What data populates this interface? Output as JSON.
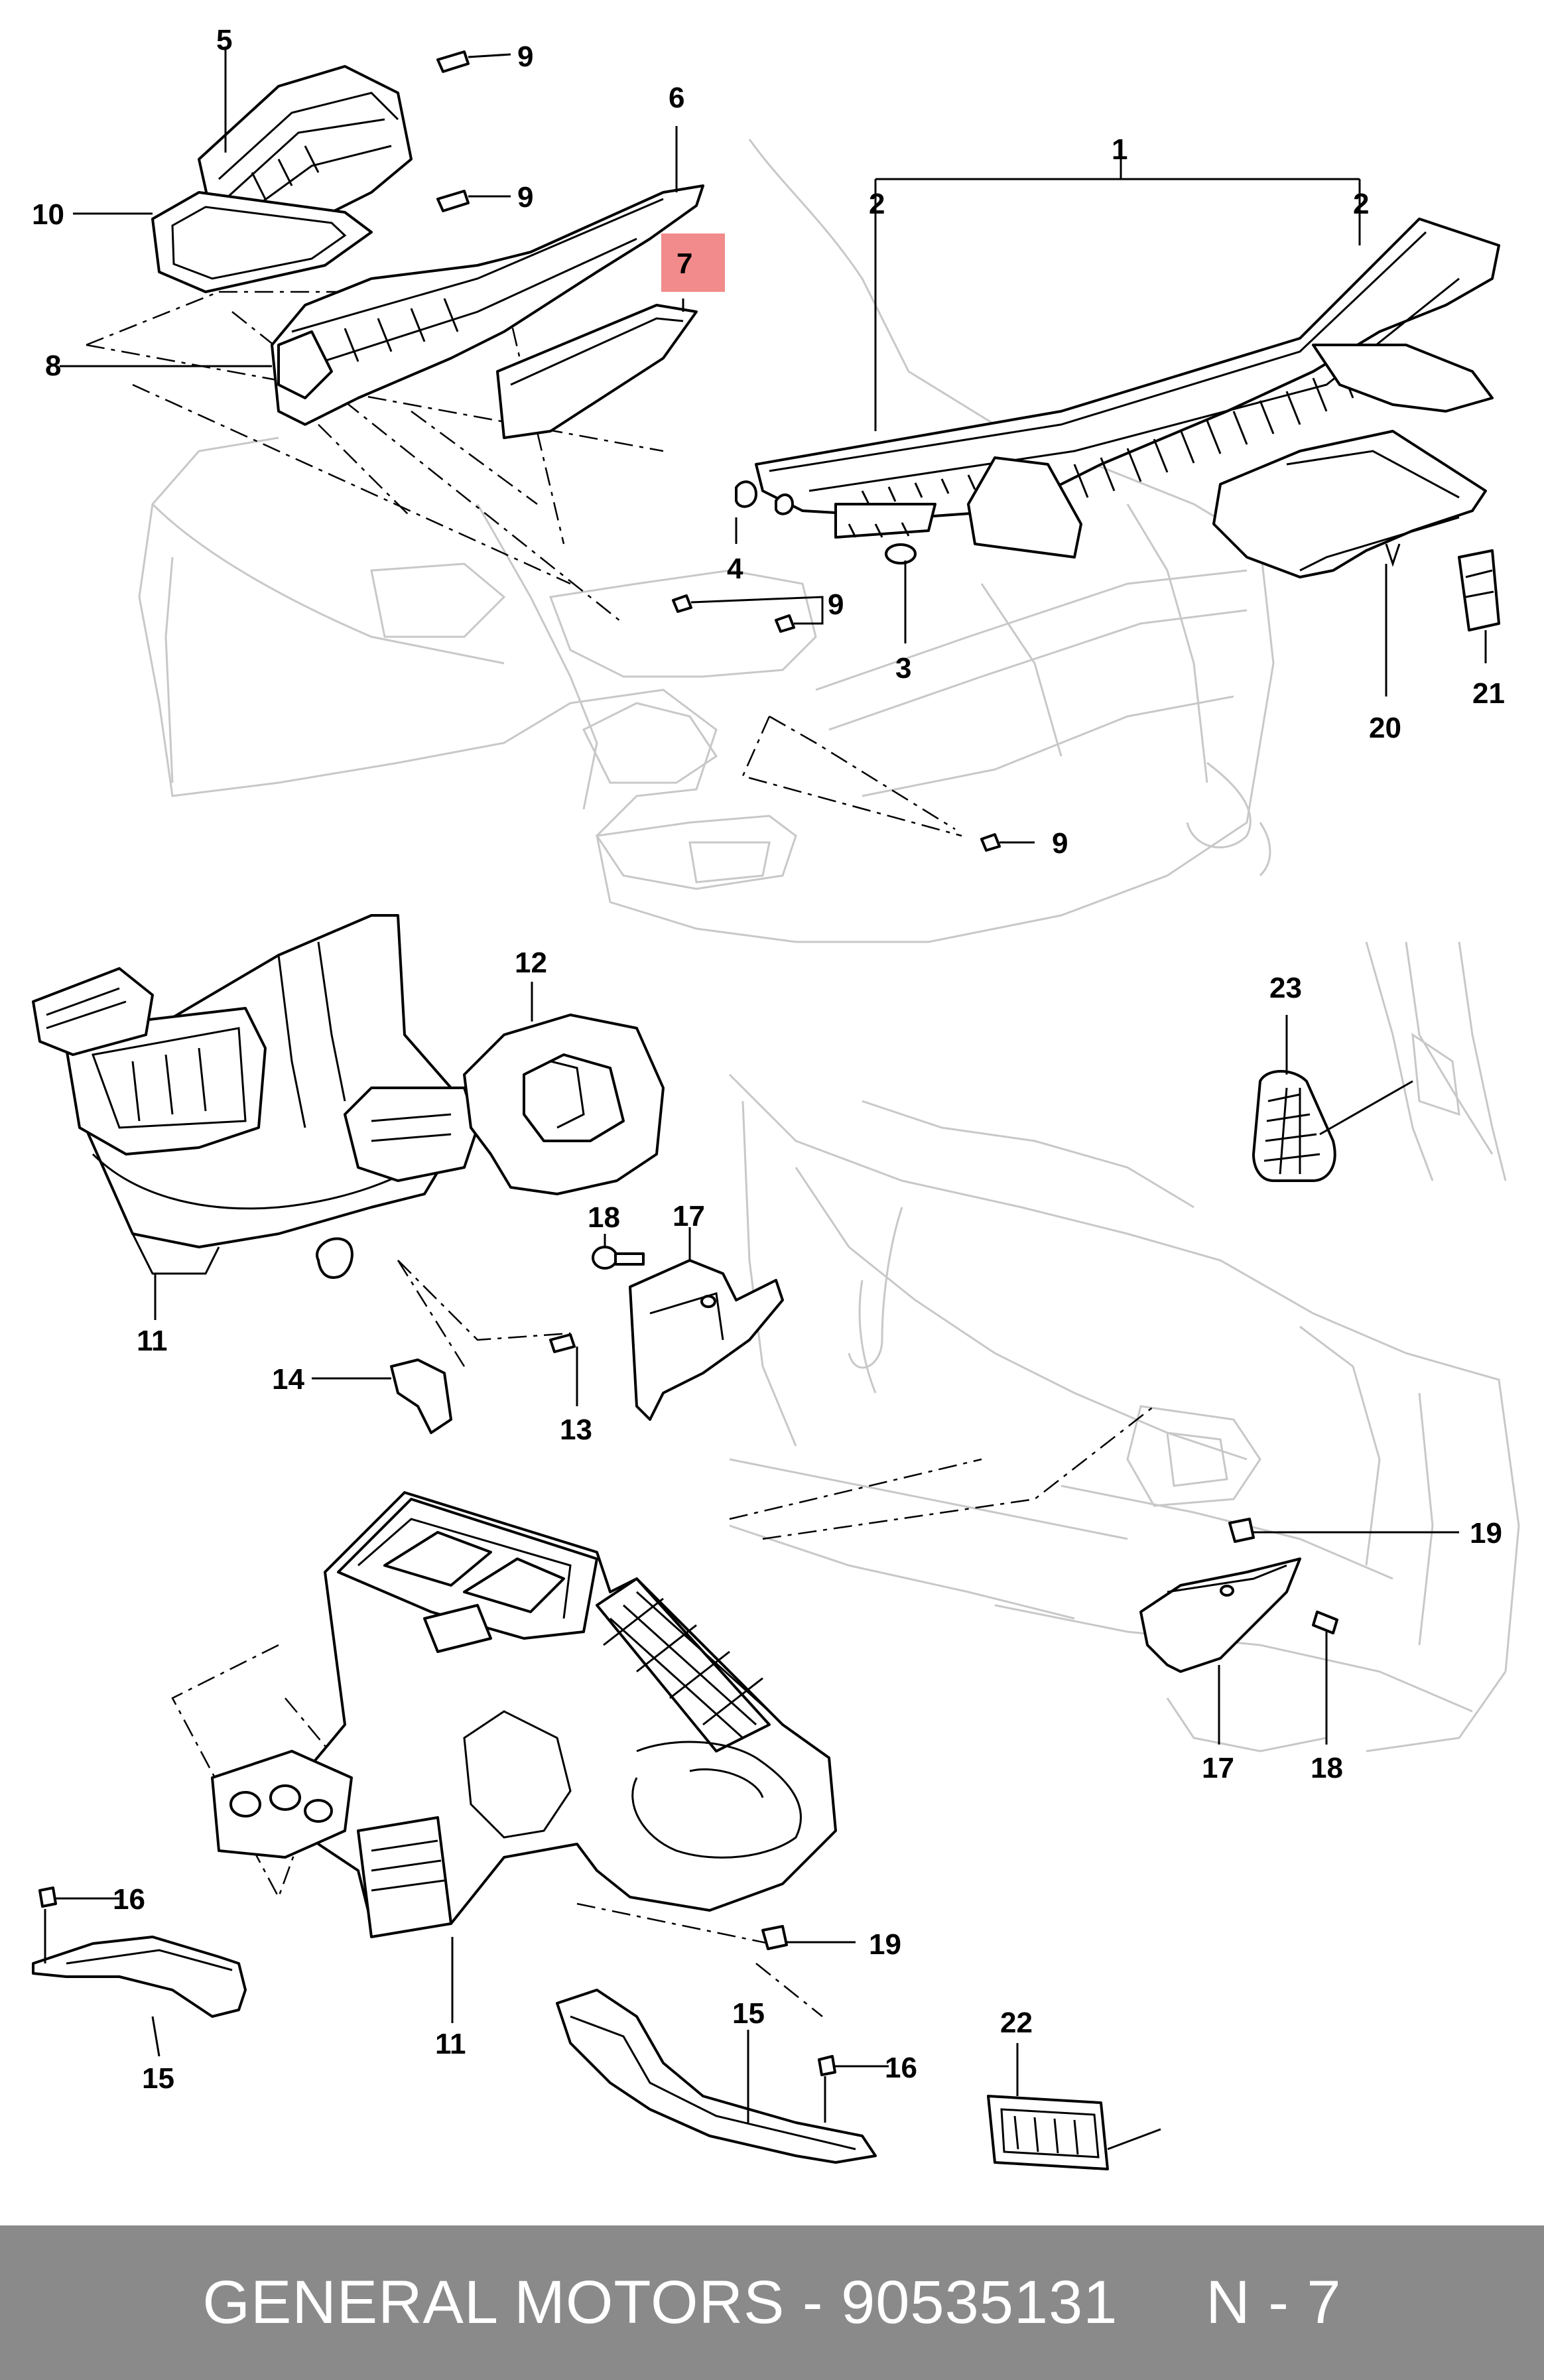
{
  "diagram": {
    "callouts": [
      {
        "id": "c1",
        "label": "1"
      },
      {
        "id": "c2a",
        "label": "2"
      },
      {
        "id": "c2b",
        "label": "2"
      },
      {
        "id": "c3",
        "label": "3"
      },
      {
        "id": "c4",
        "label": "4"
      },
      {
        "id": "c5",
        "label": "5"
      },
      {
        "id": "c6",
        "label": "6"
      },
      {
        "id": "c7",
        "label": "7"
      },
      {
        "id": "c8",
        "label": "8"
      },
      {
        "id": "c9a",
        "label": "9"
      },
      {
        "id": "c9b",
        "label": "9"
      },
      {
        "id": "c9c",
        "label": "9"
      },
      {
        "id": "c9d",
        "label": "9"
      },
      {
        "id": "c10",
        "label": "10"
      },
      {
        "id": "c11a",
        "label": "11"
      },
      {
        "id": "c11b",
        "label": "11"
      },
      {
        "id": "c12",
        "label": "12"
      },
      {
        "id": "c13",
        "label": "13"
      },
      {
        "id": "c14",
        "label": "14"
      },
      {
        "id": "c15a",
        "label": "15"
      },
      {
        "id": "c15b",
        "label": "15"
      },
      {
        "id": "c16a",
        "label": "16"
      },
      {
        "id": "c16b",
        "label": "16"
      },
      {
        "id": "c17a",
        "label": "17"
      },
      {
        "id": "c17b",
        "label": "17"
      },
      {
        "id": "c18a",
        "label": "18"
      },
      {
        "id": "c18b",
        "label": "18"
      },
      {
        "id": "c19a",
        "label": "19"
      },
      {
        "id": "c19b",
        "label": "19"
      },
      {
        "id": "c20",
        "label": "20"
      },
      {
        "id": "c21",
        "label": "21"
      },
      {
        "id": "c22",
        "label": "22"
      },
      {
        "id": "c23",
        "label": "23"
      }
    ],
    "highlight": {
      "label": "7",
      "color": "#f28b8b"
    }
  },
  "footer": {
    "text": "GENERAL MOTORS - 90535131     N - 7",
    "background": "#8a8a8a",
    "text_color": "#ffffff"
  }
}
